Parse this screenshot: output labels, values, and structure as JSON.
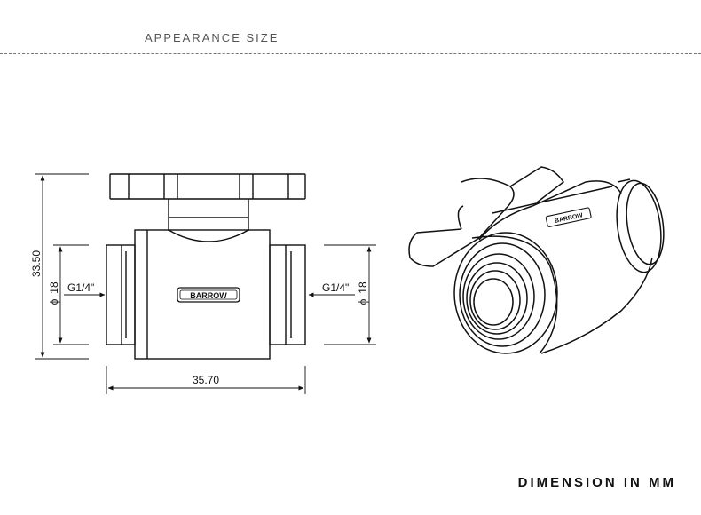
{
  "header": {
    "title": "APPEARANCE SIZE"
  },
  "dimensions": {
    "height_total": "33.50",
    "left_port_diameter": "18",
    "right_port_diameter": "18",
    "width_total": "35.70",
    "left_thread": "G1/4\"",
    "right_thread": "G1/4\"",
    "diameter_symbol": "ϕ"
  },
  "brand": {
    "logo_text": "BARROW"
  },
  "footer": {
    "note": "DIMENSION IN MM"
  }
}
